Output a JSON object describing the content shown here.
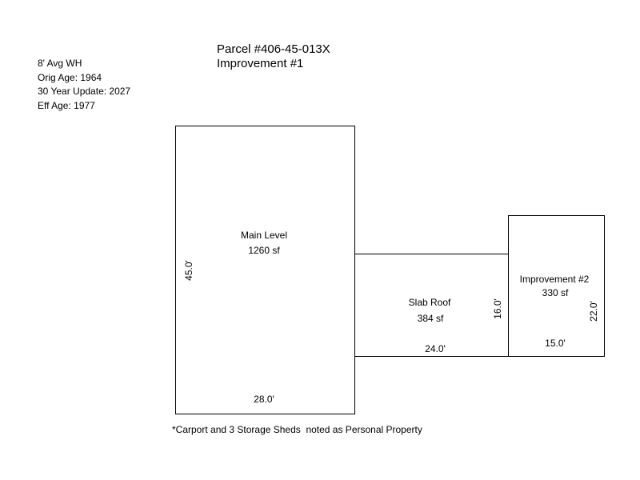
{
  "info": {
    "wall_height": "8' Avg WH",
    "orig_age": "Orig Age: 1964",
    "update": "30 Year Update: 2027",
    "eff_age": "Eff Age: 1977"
  },
  "title": {
    "parcel": "Parcel #406-45-013X",
    "improvement": "Improvement #1"
  },
  "areas": {
    "main_level": {
      "name": "Main Level",
      "area": "1260 sf",
      "width": "28.0'",
      "depth": "45.0'"
    },
    "slab_roof": {
      "name": "Slab Roof",
      "area": "384 sf",
      "width": "24.0'",
      "depth": "16.0'"
    },
    "improvement_2": {
      "name": "Improvement #2",
      "area": "330 sf",
      "width": "15.0'",
      "depth": "22.0'"
    }
  },
  "note": "*Carport and 3 Storage Sheds  noted as Personal Property"
}
